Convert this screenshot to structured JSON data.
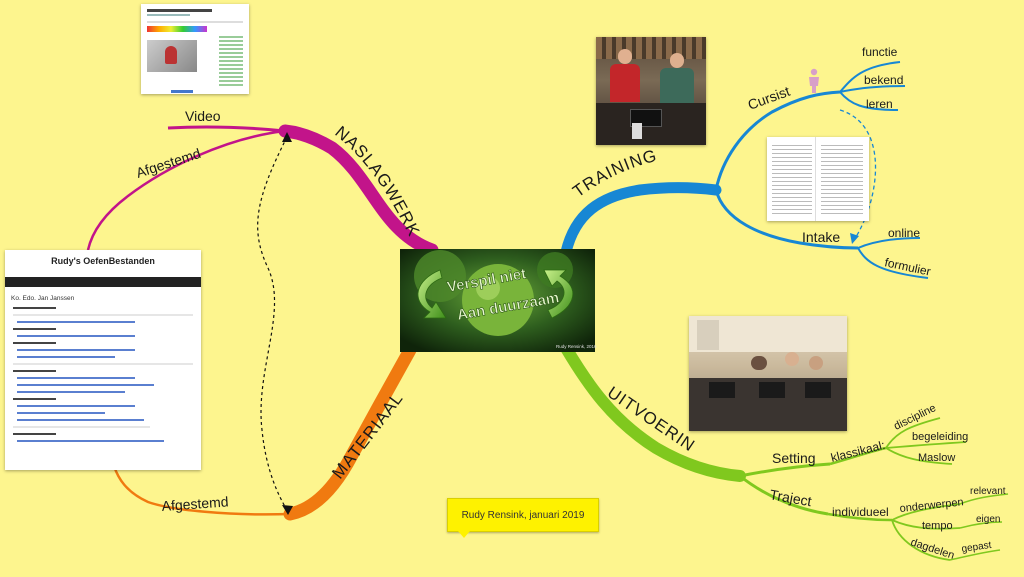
{
  "center": {
    "title_line1": "Verspil niet",
    "title_line2": "Aan duurzaam",
    "credit": "Rudy Rensink, 2016"
  },
  "branches": {
    "naslagwerk": {
      "label": "NASLAGWERK",
      "color": "#c2148a",
      "subs": {
        "video": "Video",
        "afgestemd": "Afgestemd"
      }
    },
    "training": {
      "label": "TRAINING",
      "color": "#1787d4",
      "subs": {
        "cursist": "Cursist",
        "functie": "functie",
        "bekend": "bekend",
        "leren": "leren",
        "intake": "Intake",
        "online": "online",
        "formulier": "formulier"
      }
    },
    "uitvoering": {
      "label": "UITVOERING",
      "color": "#80c81e",
      "subs": {
        "setting": "Setting",
        "klassikaal": "klassikaal:",
        "discipline": "discipline",
        "begeleiding": "begeleiding",
        "maslow": "Maslow",
        "traject": "Traject",
        "individueel": "individueel",
        "onderwerpen": "onderwerpen",
        "relevant": "relevant",
        "tempo": "tempo",
        "eigen": "eigen",
        "dagdelen": "dagdelen",
        "gepast": "gepast"
      }
    },
    "materiaal": {
      "label": "MATERIAAL",
      "color": "#f07a10",
      "subs": {
        "afgestemd": "Afgestemd"
      }
    }
  },
  "website": {
    "title": "Rudy's OefenBestanden",
    "heading": "Ko. Edo. Jan Janssen"
  },
  "callout": "Rudy Rensink, januari 2019"
}
